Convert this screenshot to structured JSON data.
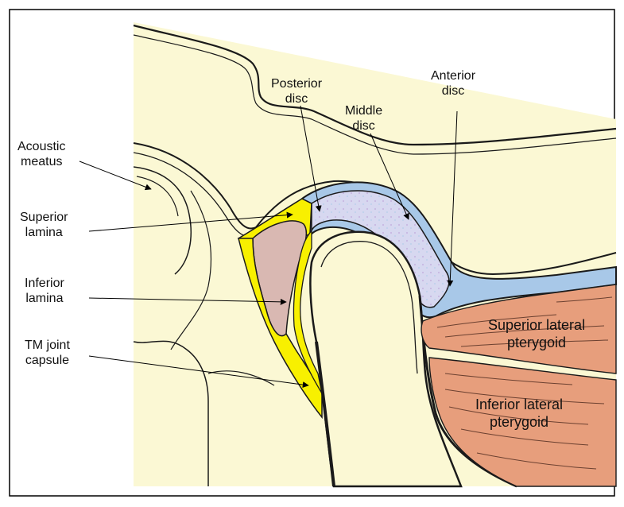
{
  "labels": {
    "acoustic_meatus": [
      "Acoustic",
      "meatus"
    ],
    "superior_lamina": [
      "Superior",
      "lamina"
    ],
    "inferior_lamina": [
      "Inferior",
      "lamina"
    ],
    "tm_joint_capsule": [
      "TM joint",
      "capsule"
    ],
    "posterior_disc": [
      "Posterior",
      "disc"
    ],
    "middle_disc": [
      "Middle",
      "disc"
    ],
    "anterior_disc": [
      "Anterior",
      "disc"
    ],
    "superior_lateral_pterygoid": [
      "Superior lateral",
      "pterygoid"
    ],
    "inferior_lateral_pterygoid": [
      "Inferior lateral",
      "pterygoid"
    ]
  },
  "colors": {
    "bone": "#fbf8d4",
    "disc": "#d7d8f0",
    "disc_border": "#a8c8e8",
    "retrodiscal_tissue": "#d9b8b2",
    "lamina": "#f8f000",
    "muscle": "#e79e7c",
    "outline": "#1a1a1a"
  }
}
